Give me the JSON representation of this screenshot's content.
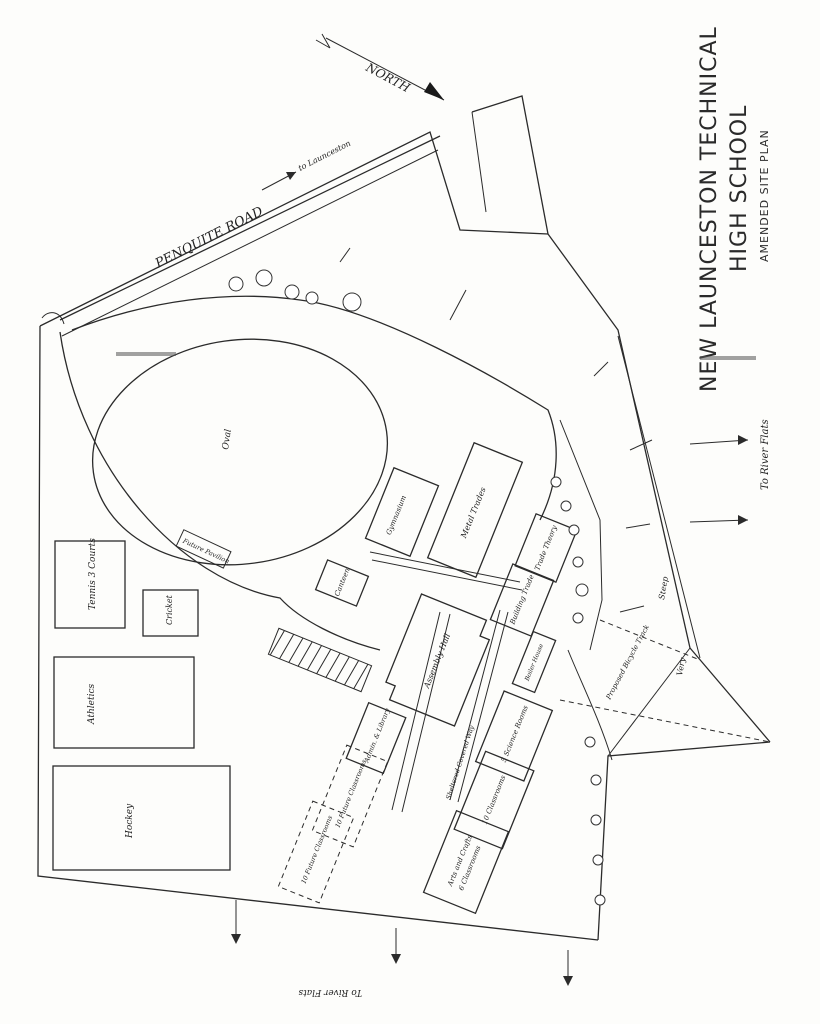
{
  "title": {
    "line1": "NEW LAUNCESTON TECHNICAL",
    "line2": "HIGH SCHOOL",
    "line3": "AMENDED SITE PLAN"
  },
  "north": "NORTH",
  "road": {
    "name": "PENQUITE ROAD",
    "direction": "to Launceston"
  },
  "directions": {
    "river_flats_east": "To River Flats",
    "river_flats_south": "To River Flats",
    "steep": "Steep",
    "very": "Very",
    "bicycle_track": "Proposed Bicycle Track"
  },
  "fields": {
    "oval": "Oval",
    "tennis": "Tennis\n3 Courts",
    "cricket": "Cricket",
    "athletics": "Athletics",
    "hockey": "Hockey",
    "pavilion": "Future Pavilion"
  },
  "buildings": {
    "gymnasium": "Gymnasium",
    "metal_trades": "Metal Trades",
    "trade_theory": "Trade Theory",
    "building_trade": "Building Trade",
    "canteen": "Canteen",
    "assembly_hall": "Assembly Hall",
    "boiler": "Boiler House",
    "admin_library": "Admin. & Library",
    "sheltered_way": "Sheltered Covered Way",
    "science": "5 Science Rooms",
    "classrooms_10": "10 Classrooms",
    "arts_crafts": "Arts and Crafts",
    "classrooms_6": "6 Classrooms",
    "future_10": "10 Future Classrooms",
    "future_10b": "10 Future Classrooms"
  }
}
